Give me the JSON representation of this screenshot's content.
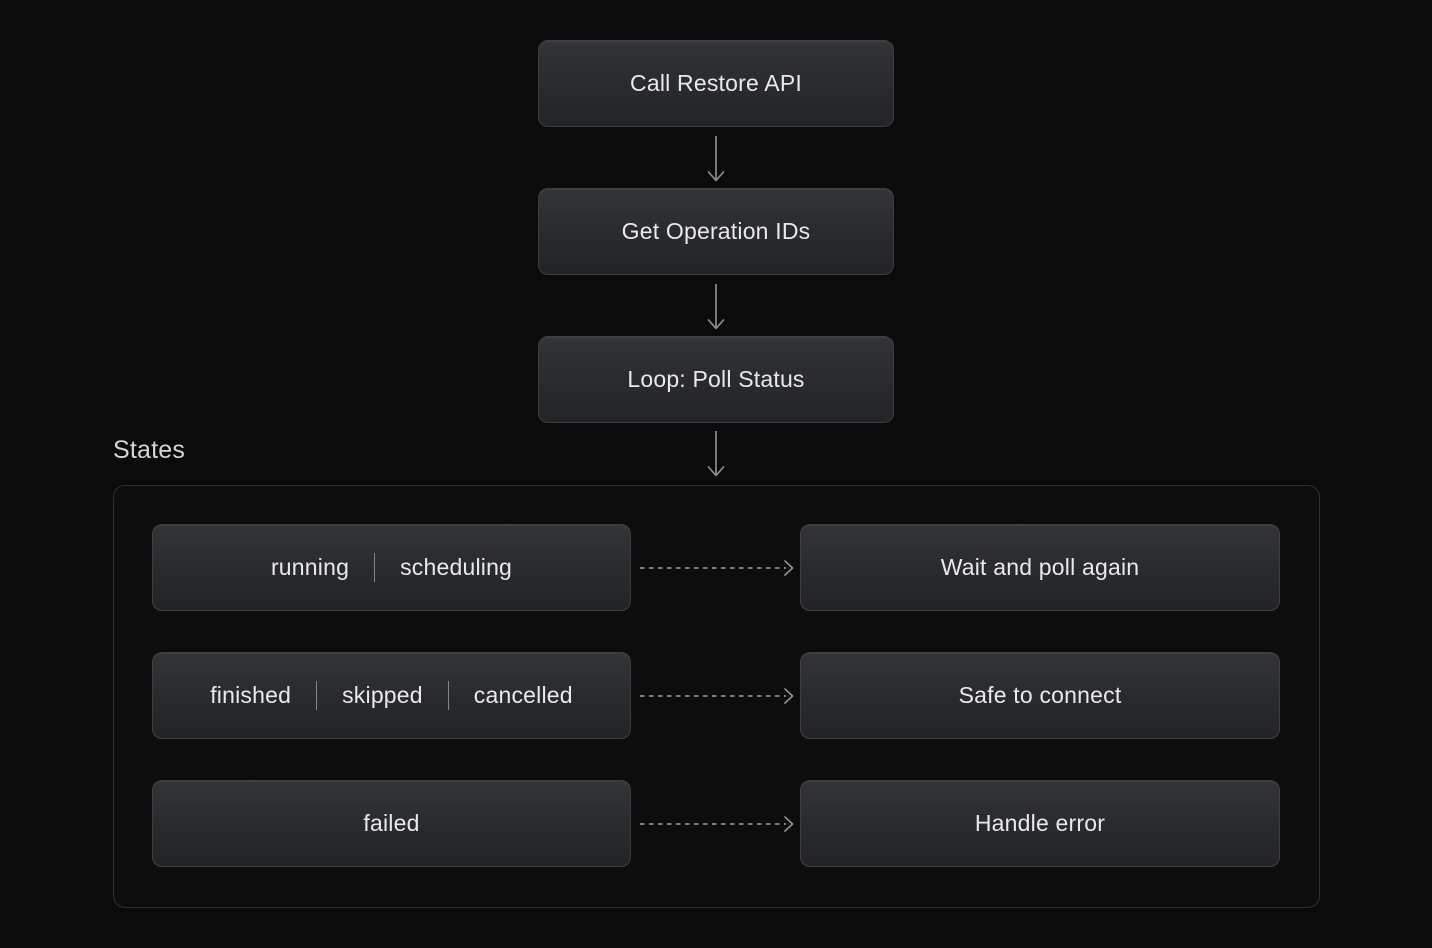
{
  "colors": {
    "background": "#0b0b0c",
    "box_fill_top": "#323438",
    "box_fill_bottom": "#222427",
    "box_border": "#3c3e42",
    "container_border": "#2e3134",
    "text": "#e8e9eb",
    "title_text": "#d3d5d8",
    "arrow": "#8d8f93"
  },
  "flow": {
    "steps": [
      {
        "label": "Call Restore API"
      },
      {
        "label": "Get Operation IDs"
      },
      {
        "label": "Loop: Poll Status"
      }
    ]
  },
  "states_section": {
    "title": "States",
    "rows": [
      {
        "states": [
          "running",
          "scheduling"
        ],
        "outcome": "Wait and poll again"
      },
      {
        "states": [
          "finished",
          "skipped",
          "cancelled"
        ],
        "outcome": "Safe to connect"
      },
      {
        "states": [
          "failed"
        ],
        "outcome": "Handle error"
      }
    ]
  }
}
